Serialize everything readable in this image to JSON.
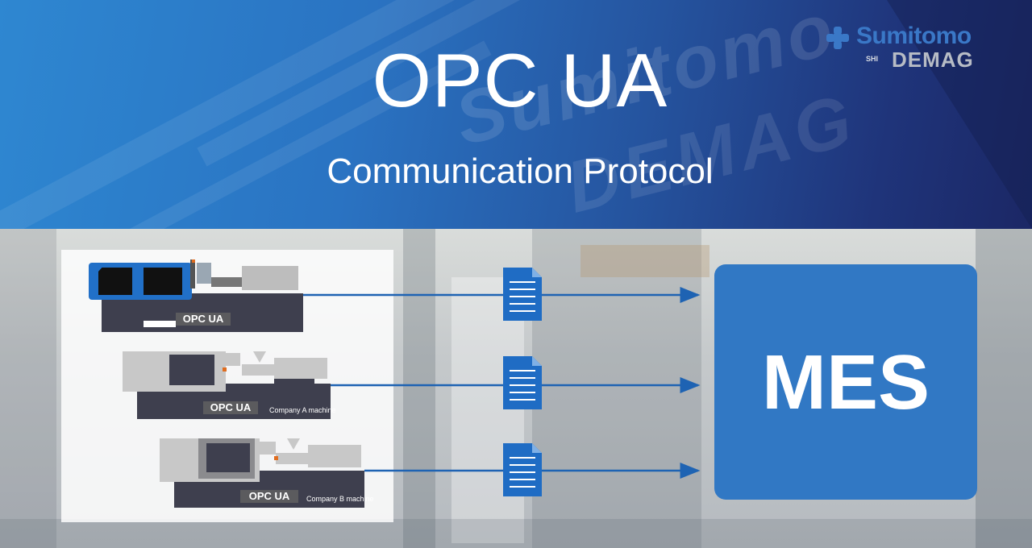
{
  "header": {
    "title": "OPC UA",
    "subtitle": "Communication Protocol",
    "watermark_text_1": "Sumitomo",
    "watermark_text_2": "DEMAG"
  },
  "logo": {
    "brand": "Sumitomo",
    "sub": "SHI",
    "name": "DEMAG"
  },
  "machines": [
    {
      "label": "OPC UA",
      "note": ""
    },
    {
      "label": "OPC UA",
      "note": "Company A machine"
    },
    {
      "label": "OPC UA",
      "note": "Company B machine"
    }
  ],
  "target": {
    "label": "MES"
  },
  "colors": {
    "accent_blue": "#3178c4",
    "arrow_blue": "#1e63b3",
    "doc_blue": "#1f6cc4",
    "machine_dark": "#3e3f4e",
    "machine_grey": "#c8c8c8"
  },
  "icons": [
    "document-icon",
    "arrow-right-icon",
    "logo-mark-icon"
  ]
}
